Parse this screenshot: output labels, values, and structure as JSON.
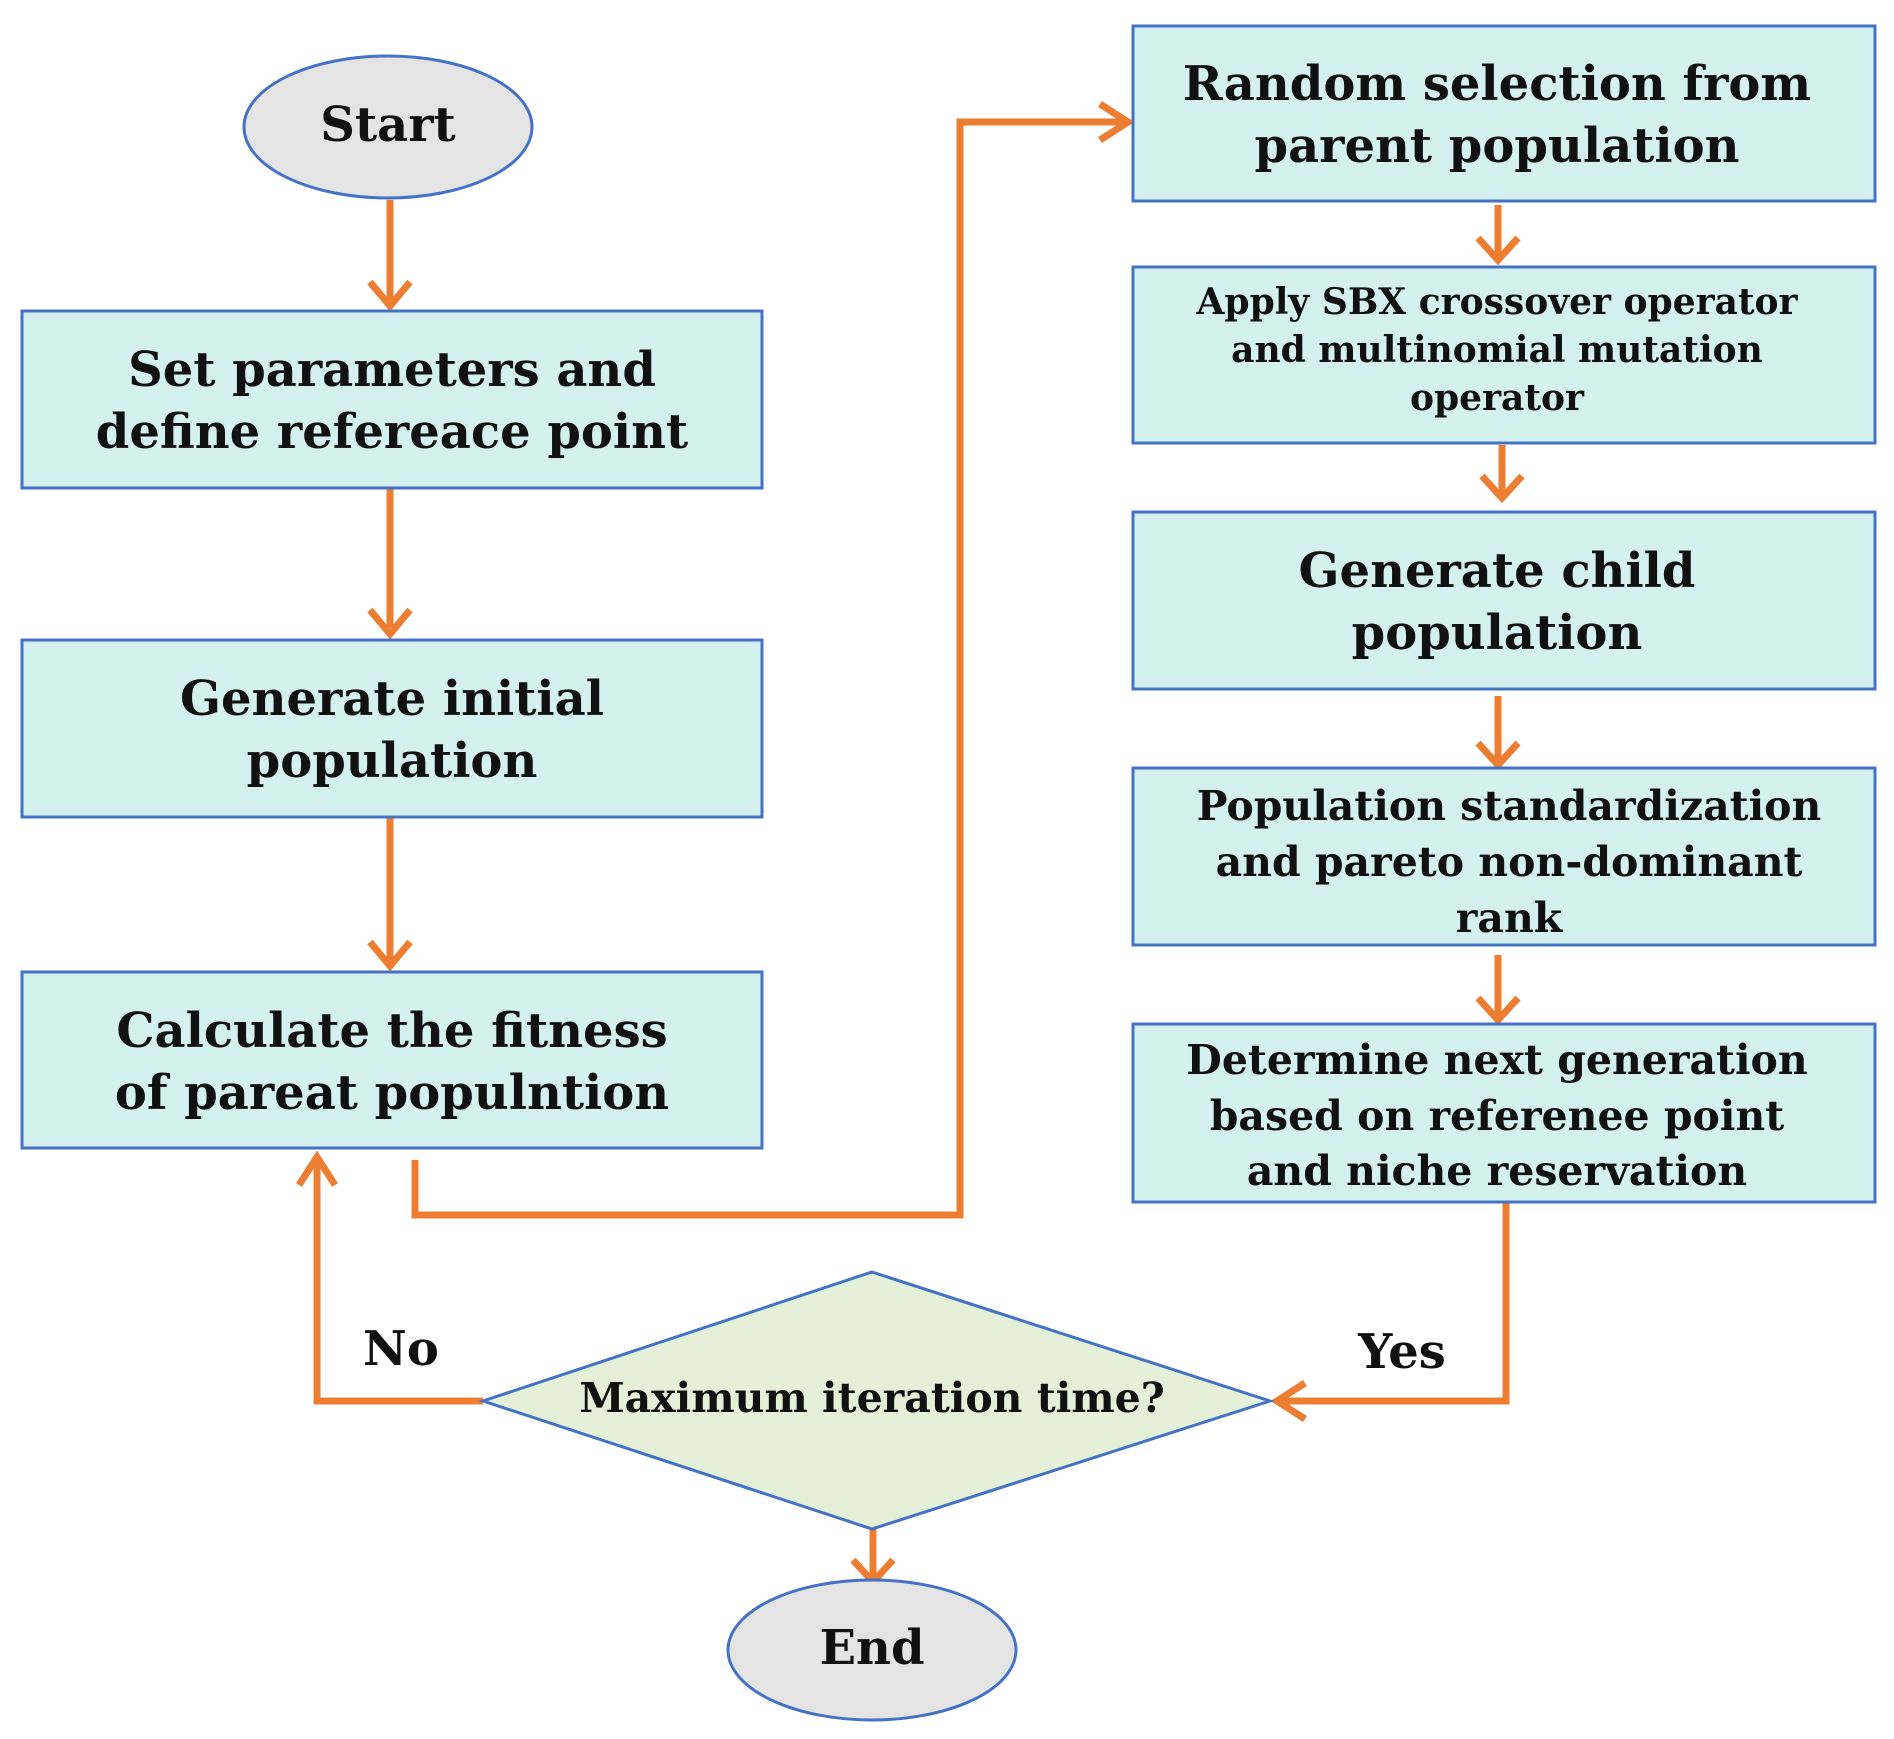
{
  "nodes": {
    "start": "Start",
    "set_params": [
      "Set parameters and",
      "define refereace point"
    ],
    "gen_initial": [
      "Generate initial",
      "population"
    ],
    "calc_fitness": [
      "Calculate the fitness",
      "of pareat populntion"
    ],
    "random_selection": [
      "Random selection from",
      "parent population"
    ],
    "apply_sbx": [
      "Apply SBX crossover operator",
      "and multinomial mutation",
      "operator"
    ],
    "gen_child": [
      "Generate child",
      "population"
    ],
    "standardization": [
      "Population standardization",
      "and pareto non-dominant",
      "rank"
    ],
    "next_gen": [
      "Determine next generation",
      "based on referenee point",
      "and niche reservation"
    ],
    "decision": "Maximum iteration time?",
    "end": "End"
  },
  "edge_labels": {
    "no": "No",
    "yes": "Yes"
  },
  "colors": {
    "process_fill": "#d4f1f0",
    "terminal_fill": "#e4e4e4",
    "decision_fill": "#e4f0d8",
    "outline": "#4472c4",
    "arrow": "#ed7d31"
  }
}
